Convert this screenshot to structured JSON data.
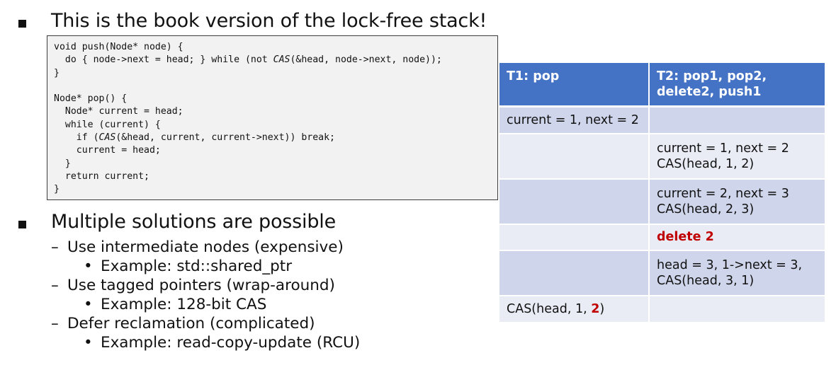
{
  "colors": {
    "header_blue": "#4472c4",
    "row_dark": "#cfd5ea",
    "row_light": "#e9ebf5",
    "highlight_red": "#c00000"
  },
  "bullets": {
    "first": "This is the book version of the lock-free stack!",
    "second": "Multiple solutions are possible"
  },
  "code": {
    "l1": "void push(Node* node) {",
    "l2a": "  do { node->next = head; } while (not ",
    "l2b": "CAS",
    "l2c": "(&head, node->next, node));",
    "l3": "}",
    "l5": "Node* pop() {",
    "l6": "  Node* current = head;",
    "l7": "  while (current) {",
    "l8a": "    if (",
    "l8b": "CAS",
    "l8c": "(&head, current, current->next)) break;",
    "l9": "    current = head;",
    "l10": "  }",
    "l11": "  return current;",
    "l12": "}"
  },
  "solutions": [
    {
      "dash": "–",
      "label": "Use intermediate nodes (expensive)",
      "bullet": "•",
      "example": "Example: std::shared_ptr"
    },
    {
      "dash": "–",
      "label": "Use tagged pointers (wrap-around)",
      "bullet": "•",
      "example": "Example: 128-bit CAS"
    },
    {
      "dash": "–",
      "label": "Defer reclamation (complicated)",
      "bullet": "•",
      "example": "Example: read-copy-update (RCU)"
    }
  ],
  "table": {
    "headers": [
      "T1: pop",
      "T2: pop1, pop2, delete2, push1"
    ],
    "rows": [
      {
        "t1": "current = 1, next = 2",
        "t2": ""
      },
      {
        "t1": "",
        "t2a": "current = 1, next = 2",
        "t2b": "CAS(head, 1, 2)"
      },
      {
        "t1": "",
        "t2a": "current = 2, next = 3",
        "t2b": "CAS(head, 2, 3)"
      },
      {
        "t1": "",
        "t2": "delete 2"
      },
      {
        "t1": "",
        "t2a": "head = 3, 1->next = 3,",
        "t2b": "CAS(head, 3, 1)"
      },
      {
        "t1a": "CAS(head, 1, ",
        "t1b": "2",
        "t1c": ")",
        "t2": ""
      }
    ]
  }
}
